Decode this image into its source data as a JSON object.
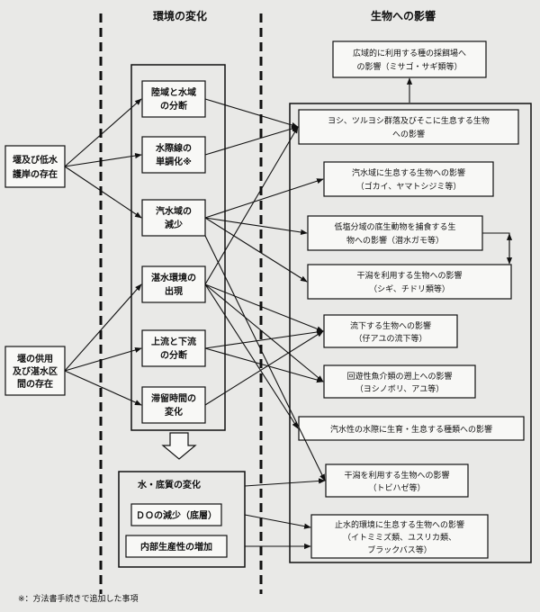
{
  "headers": {
    "env": "環境の変化",
    "bio": "生物への影響"
  },
  "causes": [
    [
      "堰及び低水",
      "護岸の存在"
    ],
    [
      "堰の供用",
      "及び湛水区",
      "間の存在"
    ]
  ],
  "env_changes": [
    [
      "陸域と水域",
      "の分断"
    ],
    [
      "水際線の",
      "単調化※"
    ],
    [
      "汽水域の",
      "減少"
    ],
    [
      "湛水環境の",
      "出現"
    ],
    [
      "上流と下流",
      "の分断"
    ],
    [
      "滞留時間の",
      "変化"
    ]
  ],
  "water_box": {
    "title": "水・底質の変化",
    "items": [
      "ＤＯの減少（底層）",
      "内部生産性の増加"
    ]
  },
  "impacts": [
    [
      "広域的に利用する種の採餌場へ",
      "の影響（ミサゴ・サギ類等）"
    ],
    [
      "ヨシ、ツルヨシ群落及びそこに生息する生物",
      "への影響"
    ],
    [
      "汽水域に生息する生物への影響",
      "（ゴカイ、ヤマトシジミ等）"
    ],
    [
      "低塩分域の底生動物を捕食する生",
      "物への影響（潜水ガモ等）"
    ],
    [
      "干潟を利用する生物への影響",
      "（シギ、チドリ類等）"
    ],
    [
      "流下する生物への影響",
      "（仔アユの流下等）"
    ],
    [
      "回遊性魚介類の遡上への影響",
      "（ヨシノボリ、アユ等）"
    ],
    [
      "汽水性の水際に生育・生息する種類への影響"
    ],
    [
      "干潟を利用する生物への影響",
      "（トビハゼ等）"
    ],
    [
      "止水的環境に生息する生物への影響",
      "（イトミミズ類、ユスリカ類、",
      "ブラックバス等）"
    ]
  ],
  "footnote": "※：方法書手続きで追加した事項"
}
